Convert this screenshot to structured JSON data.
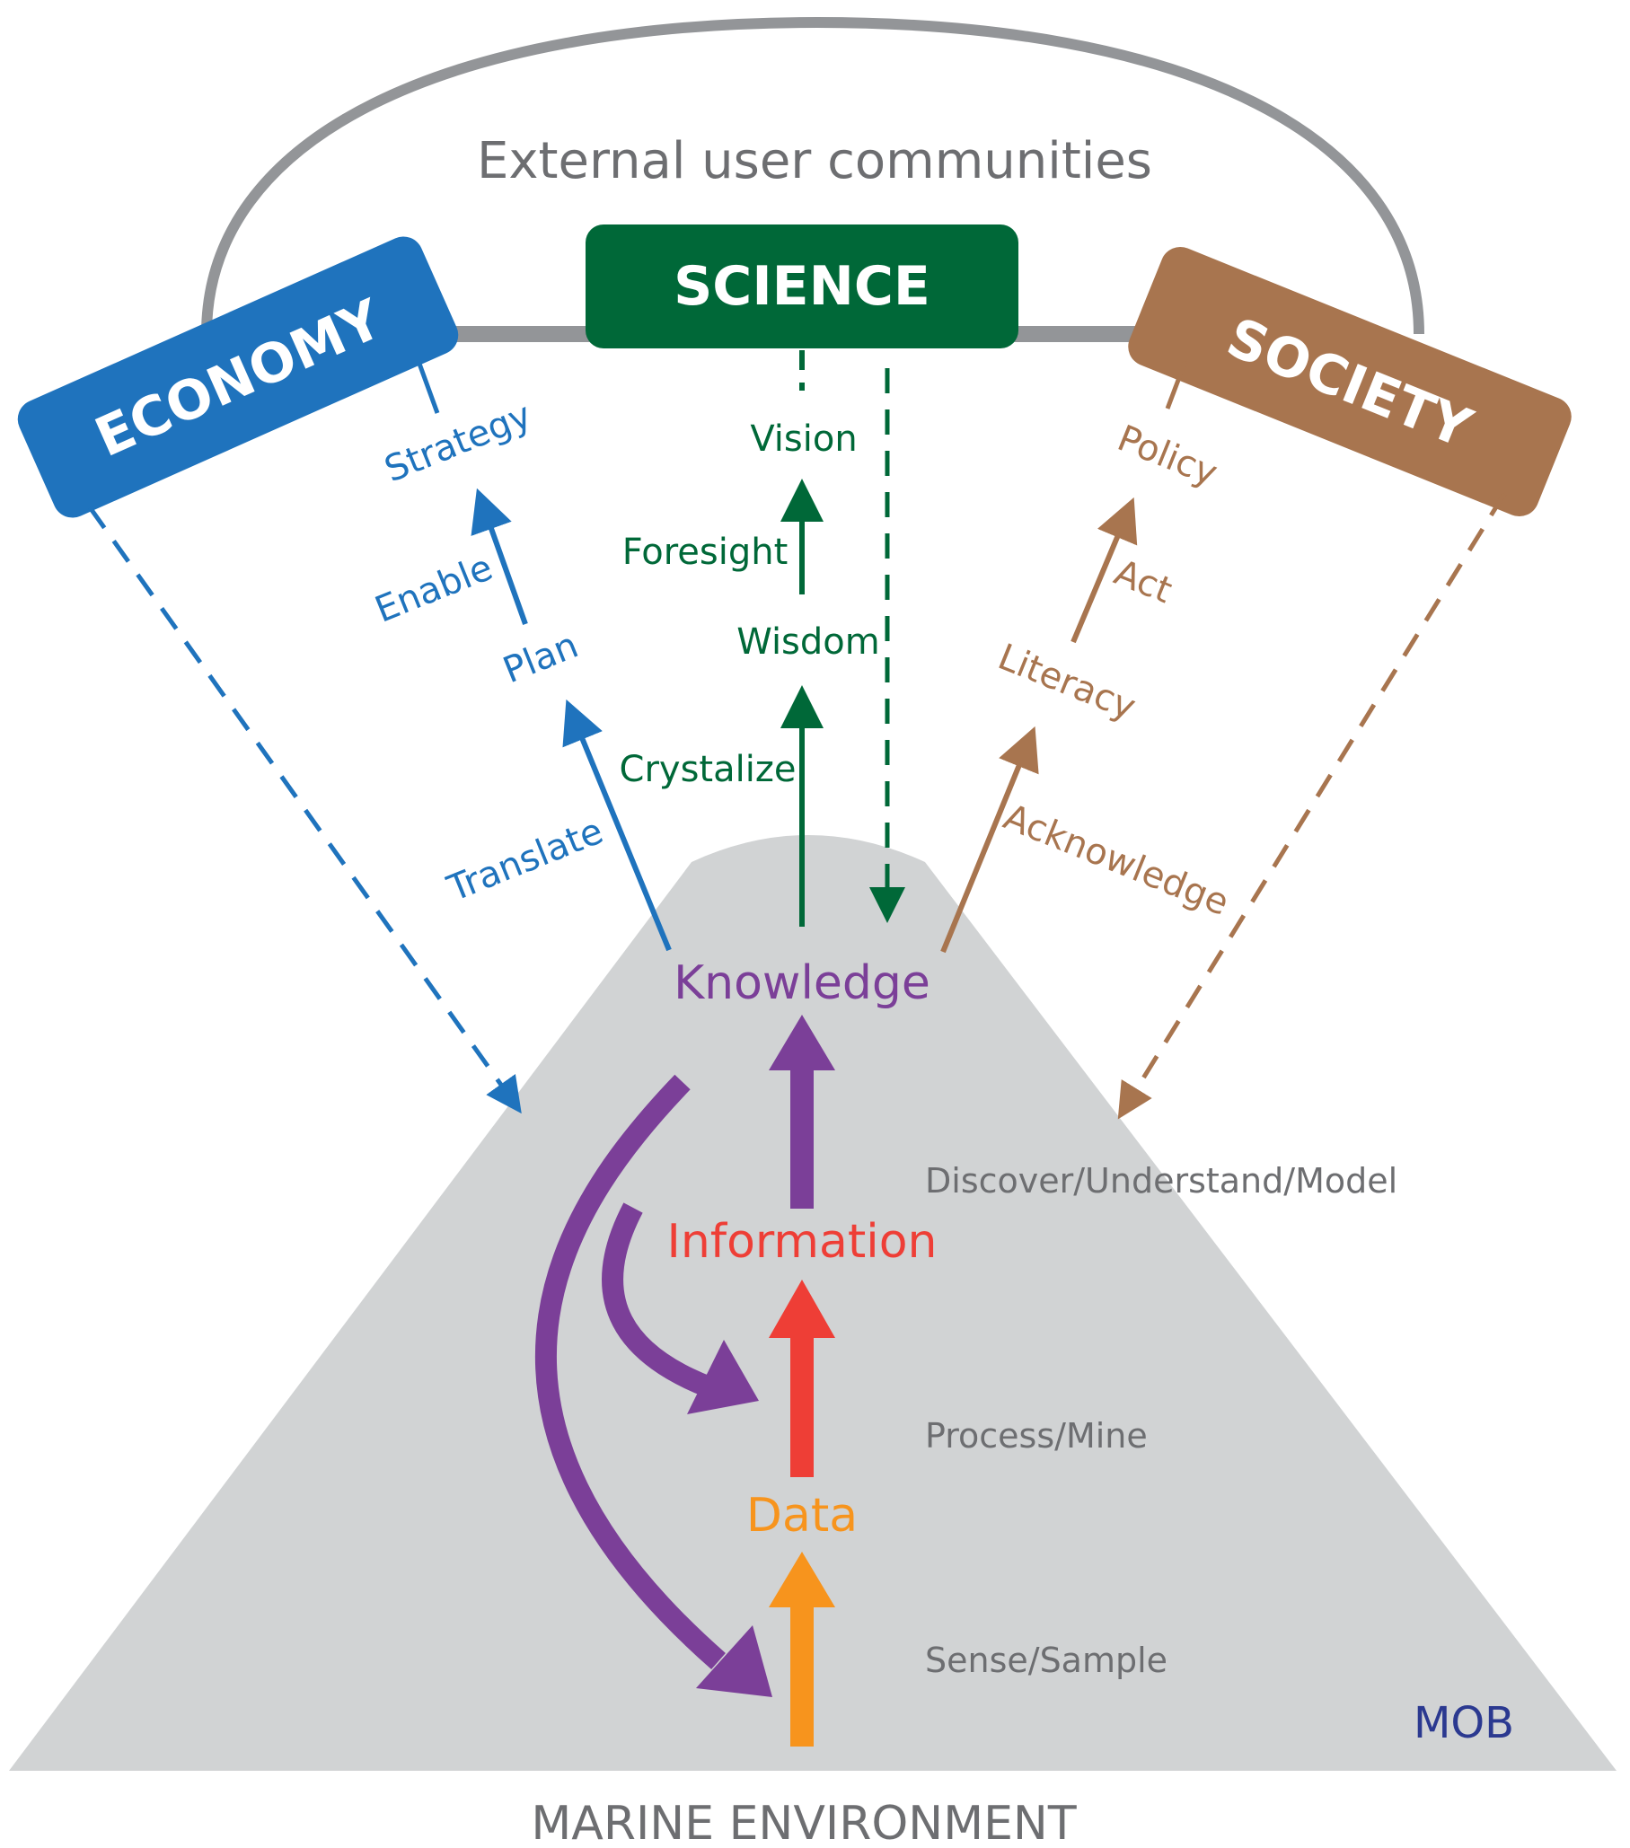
{
  "colors": {
    "economy": "#1f73bd",
    "science": "#006838",
    "society": "#a8754f",
    "knowledge": "#7b3f98",
    "information": "#ee3e36",
    "data": "#f7941d",
    "gray_text": "#6d6e71",
    "arc": "#939598",
    "mountain": "#d1d3d4",
    "mob": "#2b3990"
  },
  "header": {
    "title": "External user communities"
  },
  "boxes": {
    "economy": "ECONOMY",
    "science": "SCIENCE",
    "society": "SOCIETY"
  },
  "economy_path": {
    "strategy": "Strategy",
    "enable": "Enable",
    "plan": "Plan",
    "translate": "Translate"
  },
  "science_path": {
    "vision": "Vision",
    "foresight": "Foresight",
    "wisdom": "Wisdom",
    "crystalize": "Crystalize"
  },
  "society_path": {
    "policy": "Policy",
    "act": "Act",
    "literacy": "Literacy",
    "acknowledge": "Acknowledge"
  },
  "pyramid": {
    "knowledge": "Knowledge",
    "information": "Information",
    "data": "Data",
    "step_discover": "Discover/Understand/Model",
    "step_process": "Process/Mine",
    "step_sense": "Sense/Sample",
    "mob": "MOB"
  },
  "footer": {
    "environment": "MARINE ENVIRONMENT"
  }
}
